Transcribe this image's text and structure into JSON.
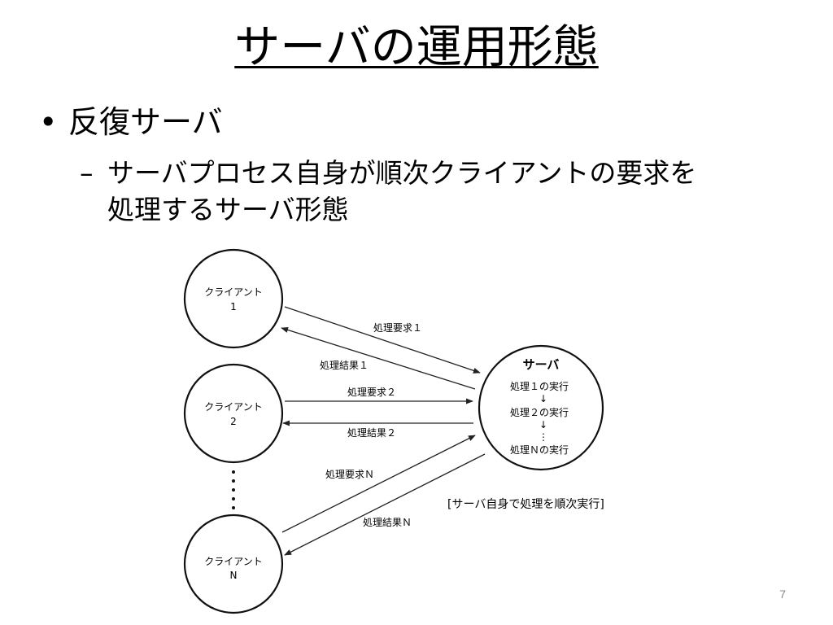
{
  "slide": {
    "title": "サーバの運用形態",
    "bullet": "反復サーバ",
    "bullet_marker": "•",
    "sub_marker": "–",
    "sub_line1": "サーバプロセス自身が順次クライアントの要求を",
    "sub_line2": "処理するサーバ形態",
    "page_number": "7"
  },
  "diagram": {
    "clients": [
      {
        "line1": "クライアント",
        "line2": "1"
      },
      {
        "line1": "クライアント",
        "line2": "2"
      },
      {
        "line1": "クライアント",
        "line2": "N"
      }
    ],
    "server": {
      "title": "サーバ",
      "steps": [
        "処理１の実行",
        "処理２の実行",
        "処理Ｎの実行"
      ],
      "arrow_glyph": "↓",
      "ellipsis_glyph": "⋮"
    },
    "messages": {
      "req1": "処理要求１",
      "res1": "処理結果１",
      "req2": "処理要求２",
      "res2": "処理結果２",
      "reqN": "処理要求Ｎ",
      "resN": "処理結果Ｎ"
    },
    "caption": "[サーバ自身で処理を順次実行]"
  }
}
